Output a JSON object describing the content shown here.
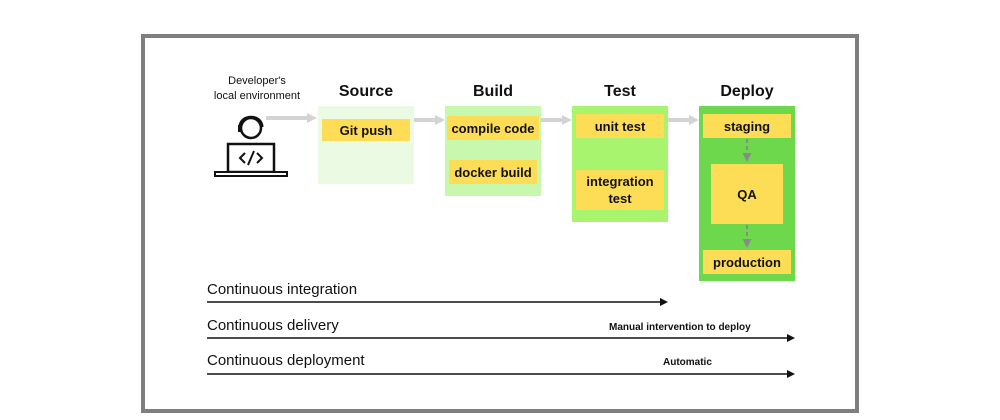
{
  "developer": {
    "label_line1": "Developer's",
    "label_line2": "local environment"
  },
  "stages": {
    "source": {
      "title": "Source",
      "items": [
        "Git push"
      ]
    },
    "build": {
      "title": "Build",
      "items": [
        "compile code",
        "docker build"
      ]
    },
    "test": {
      "title": "Test",
      "items": [
        "unit test",
        "integration test"
      ]
    },
    "deploy": {
      "title": "Deploy",
      "items": [
        "staging",
        "QA",
        "production"
      ]
    }
  },
  "pipelines": [
    {
      "label": "Continuous integration",
      "note": ""
    },
    {
      "label": "Continuous delivery",
      "note": "Manual intervention to deploy"
    },
    {
      "label": "Continuous deployment",
      "note": "Automatic"
    }
  ],
  "colors": {
    "frame": "#7f7f7f",
    "source_bg": "#ebfbe3",
    "build_bg": "#c8f7ae",
    "test_bg": "#a8f46f",
    "deploy_bg": "#6dd84c",
    "sticky": "#fddc56",
    "flow_arrow": "#d3d3d3",
    "timeline_arrow": "#111111"
  }
}
